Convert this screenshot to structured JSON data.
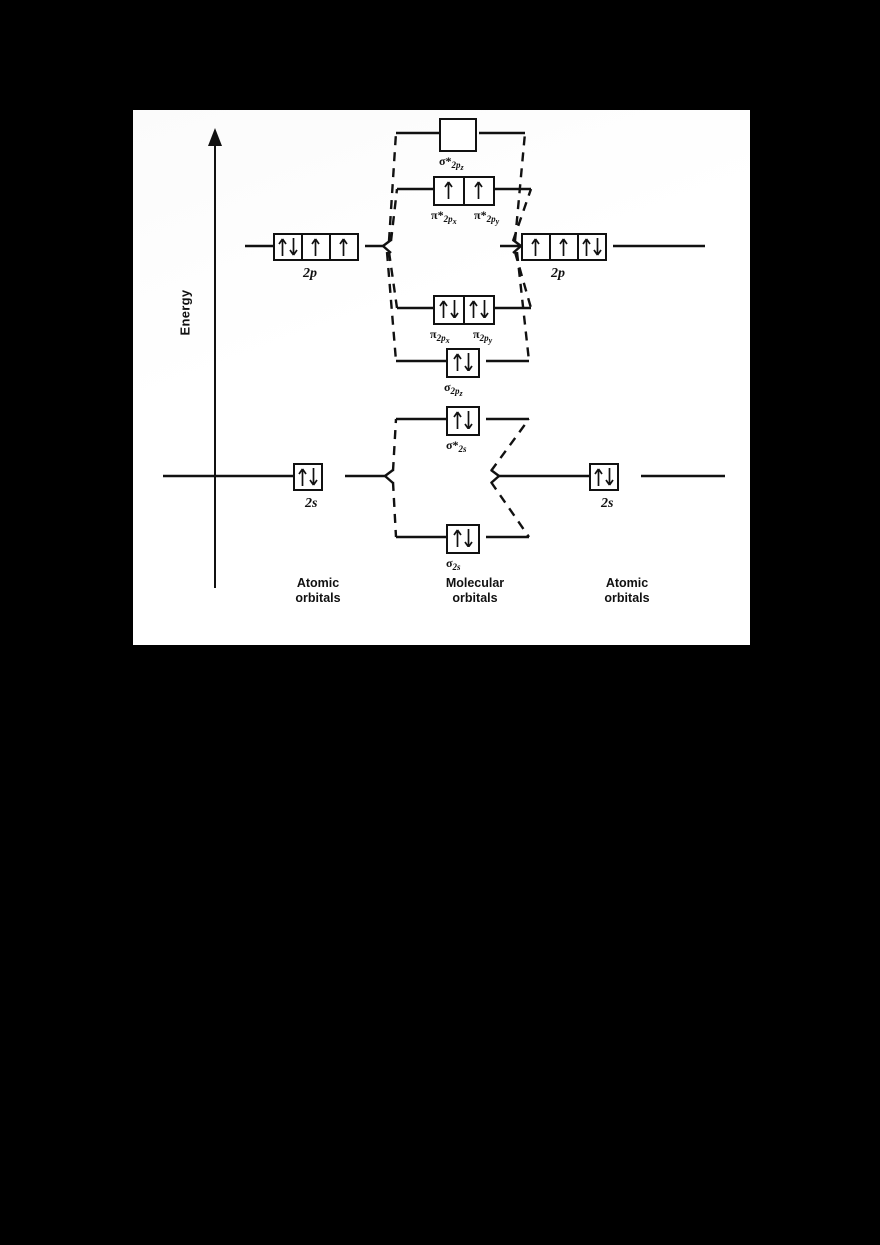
{
  "figure": {
    "kind": "molecular-orbital-energy-diagram",
    "energy_axis_label": "Energy",
    "columns": [
      {
        "id": "left-atomic",
        "caption_line1": "Atomic",
        "caption_line2": "orbitals"
      },
      {
        "id": "molecular",
        "caption_line1": "Molecular",
        "caption_line2": "orbitals"
      },
      {
        "id": "right-atomic",
        "caption_line1": "Atomic",
        "caption_line2": "orbitals"
      }
    ],
    "atomic_orbitals": {
      "left_2p": {
        "label": "2p",
        "cells": [
          "pair",
          "up",
          "up"
        ]
      },
      "right_2p": {
        "label": "2p",
        "cells": [
          "up",
          "up",
          "pair"
        ]
      },
      "left_2s": {
        "label": "2s",
        "cells": [
          "pair"
        ]
      },
      "right_2s": {
        "label": "2s",
        "cells": [
          "pair"
        ]
      }
    },
    "molecular_orbitals": [
      {
        "id": "sigma-star-2pz",
        "symbol": "σ",
        "star": "*",
        "sub": "2p",
        "sub2": "z",
        "cells": [
          "empty"
        ]
      },
      {
        "id": "pi-star-2px",
        "symbol": "π",
        "star": "*",
        "sub": "2p",
        "sub2": "x",
        "cells": [
          "up"
        ]
      },
      {
        "id": "pi-star-2py",
        "symbol": "π",
        "star": "*",
        "sub": "2p",
        "sub2": "y",
        "cells": [
          "up"
        ]
      },
      {
        "id": "pi-2px",
        "symbol": "π",
        "star": "",
        "sub": "2p",
        "sub2": "x",
        "cells": [
          "pair"
        ]
      },
      {
        "id": "pi-2py",
        "symbol": "π",
        "star": "",
        "sub": "2p",
        "sub2": "y",
        "cells": [
          "pair"
        ]
      },
      {
        "id": "sigma-2pz",
        "symbol": "σ",
        "star": "",
        "sub": "2p",
        "sub2": "z",
        "cells": [
          "pair"
        ]
      },
      {
        "id": "sigma-star-2s",
        "symbol": "σ",
        "star": "*",
        "sub": "2s",
        "sub2": "",
        "cells": [
          "pair"
        ]
      },
      {
        "id": "sigma-2s",
        "symbol": "σ",
        "star": "",
        "sub": "2s",
        "sub2": "",
        "cells": [
          "pair"
        ]
      }
    ],
    "labels": {
      "sigma_star_2pz": "σ*",
      "sigma_star_2pz_sub": "2p",
      "sigma_star_2pz_sub2": "z",
      "pi_star_2px": "π*",
      "pi_star_2px_sub": "2p",
      "pi_star_2px_sub2": "x",
      "pi_star_2py": "π*",
      "pi_star_2py_sub": "2p",
      "pi_star_2py_sub2": "y",
      "pi_2px": "π",
      "pi_2px_sub": "2p",
      "pi_2px_sub2": "x",
      "pi_2py": "π",
      "pi_2py_sub": "2p",
      "pi_2py_sub2": "y",
      "sigma_2pz": "σ",
      "sigma_2pz_sub": "2p",
      "sigma_2pz_sub2": "z",
      "sigma_star_2s": "σ*",
      "sigma_star_2s_sub": "2s",
      "sigma_2s": "σ",
      "sigma_2s_sub": "2s",
      "left_2p": "2p",
      "right_2p": "2p",
      "left_2s": "2s",
      "right_2s": "2s"
    },
    "colors": {
      "page_background": "#000000",
      "panel_background": "#ffffff",
      "ink": "#111111"
    }
  }
}
